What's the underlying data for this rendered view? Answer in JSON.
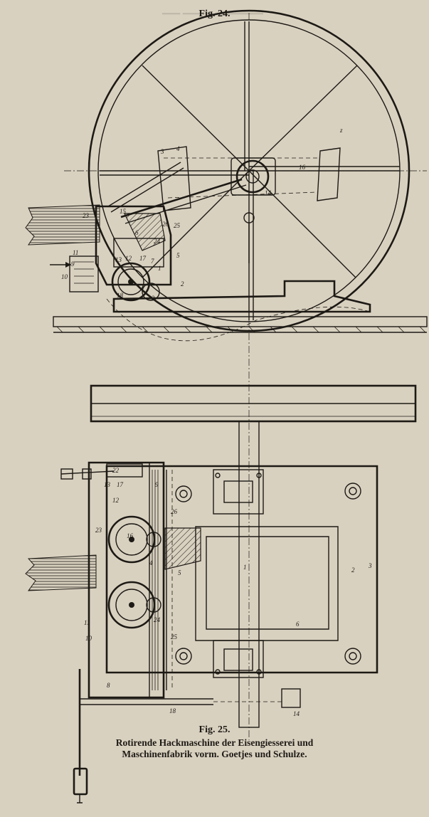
{
  "figures": {
    "fig24_label": "Fig. 24.",
    "fig25_label": "Fig. 25."
  },
  "caption": {
    "line1": "Rotirende Hackmaschine der Eisengiesserei und",
    "line2": "Maschinenfabrik vorm. Goetjes und Schulze."
  },
  "fig24_parts": [
    "z",
    "16",
    "3",
    "4",
    "14",
    "23",
    "15",
    "6",
    "25",
    "24",
    "26",
    "11",
    "9",
    "10",
    "13",
    "12",
    "17",
    "7",
    "1",
    "5",
    "18",
    "20",
    "2"
  ],
  "fig25_parts": [
    "22",
    "13",
    "17",
    "12",
    "9",
    "26",
    "23",
    "16",
    "4",
    "1",
    "2",
    "3",
    "5",
    "24",
    "6",
    "25",
    "14",
    "11",
    "10",
    "8",
    "18"
  ]
}
